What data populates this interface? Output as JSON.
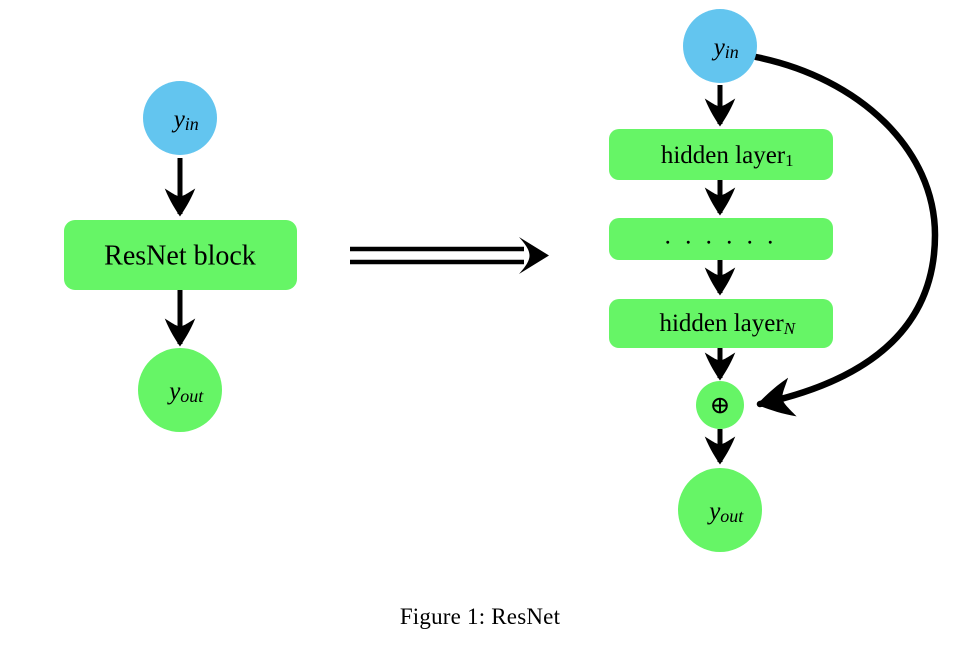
{
  "figure": {
    "caption": "Figure 1: ResNet",
    "background_color": "#ffffff",
    "colors": {
      "input_node_fill": "#63c5ef",
      "layer_fill": "#66f566",
      "output_node_fill": "#66f566",
      "arrow_stroke": "#000000",
      "text": "#000000"
    }
  },
  "left_diagram": {
    "name": "resnet-block-abstract",
    "input_node": {
      "label_base": "y",
      "label_sub": "in"
    },
    "block": {
      "label": "ResNet block"
    },
    "output_node": {
      "label_base": "y",
      "label_sub": "out"
    },
    "arrows": [
      {
        "from": "input-node",
        "to": "resnet-block"
      },
      {
        "from": "resnet-block",
        "to": "output-node"
      }
    ]
  },
  "implies_symbol": {
    "glyph": "⟹",
    "meaning": "double-right-arrow"
  },
  "right_diagram": {
    "name": "resnet-block-expanded",
    "input_node": {
      "label_base": "y",
      "label_sub": "in"
    },
    "layers": [
      {
        "label_base": "hidden layer",
        "label_sub": "1"
      },
      {
        "label_base": ". . . . . .",
        "label_sub": ""
      },
      {
        "label_base": "hidden layer",
        "label_sub": "N"
      }
    ],
    "sum_node": {
      "glyph": "⊕",
      "meaning": "circled-plus"
    },
    "output_node": {
      "label_base": "y",
      "label_sub": "out"
    },
    "skip_connection": {
      "from": "input-node",
      "to": "sum-node",
      "style": "curved"
    },
    "arrows": [
      {
        "from": "input-node",
        "to": "hidden-layer-1"
      },
      {
        "from": "hidden-layer-1",
        "to": "hidden-layer-dots"
      },
      {
        "from": "hidden-layer-dots",
        "to": "hidden-layer-n"
      },
      {
        "from": "hidden-layer-n",
        "to": "sum-node"
      },
      {
        "from": "sum-node",
        "to": "output-node"
      }
    ]
  }
}
